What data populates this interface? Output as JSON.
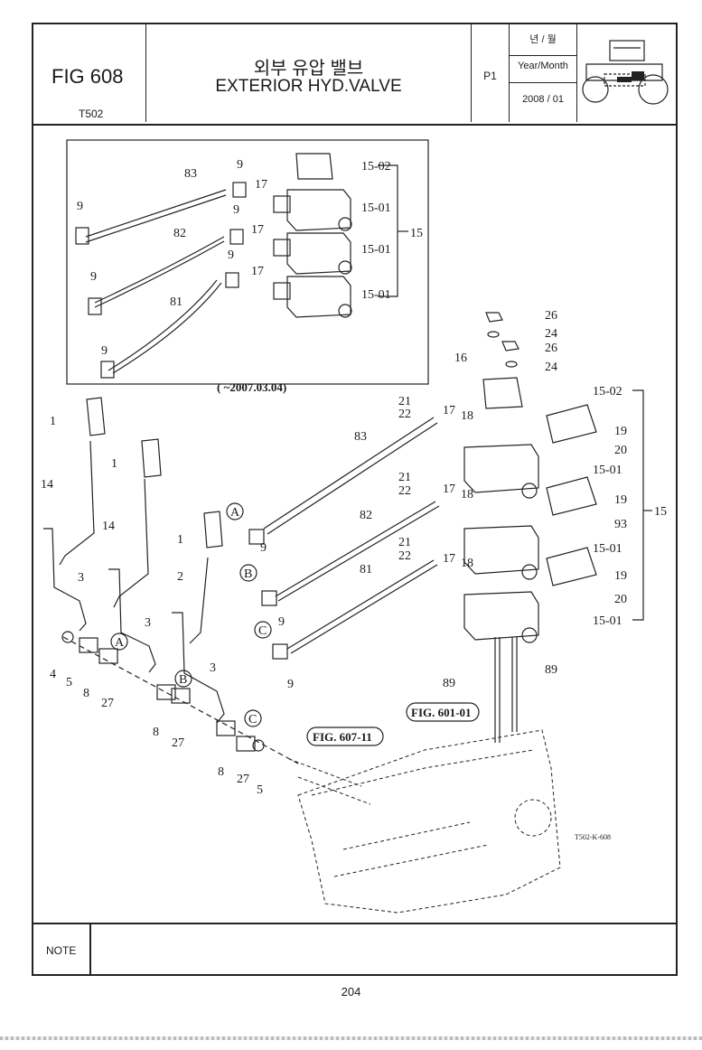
{
  "header": {
    "fig_no": "FIG 608",
    "model": "T502",
    "title_ko": "외부 유압 밸브",
    "title_en": "EXTERIOR HYD.VALVE",
    "page_code": "P1",
    "date_label_ko": "년 / 월",
    "date_label_en": "Year/Month",
    "date_value": "2008 / 01"
  },
  "diagram": {
    "inset_caption": "( ~2007.03.04)",
    "ref_fig_607": "FIG. 607-11",
    "ref_fig_601": "FIG. 601-01",
    "drawing_code": "T502-K-608",
    "letters": [
      "A",
      "B",
      "C"
    ],
    "inset_labels": {
      "p83": "83",
      "p82": "82",
      "p81": "81",
      "p9": "9",
      "p17": "17",
      "p15": "15",
      "p1502": "15-02",
      "p1501": "15-01"
    },
    "main_labels": {
      "p1": "1",
      "p2": "2",
      "p3": "3",
      "p4": "4",
      "p5": "5",
      "p8": "8",
      "p9": "9",
      "p14": "14",
      "p15": "15",
      "p16": "16",
      "p17": "17",
      "p18": "18",
      "p19": "19",
      "p20": "20",
      "p21": "21",
      "p22": "22",
      "p24": "24",
      "p26": "26",
      "p27": "27",
      "p81": "81",
      "p82": "82",
      "p83": "83",
      "p89": "89",
      "p93": "93",
      "p1501": "15-01",
      "p1502": "15-02"
    }
  },
  "note": {
    "label": "NOTE"
  },
  "page_number": "204"
}
